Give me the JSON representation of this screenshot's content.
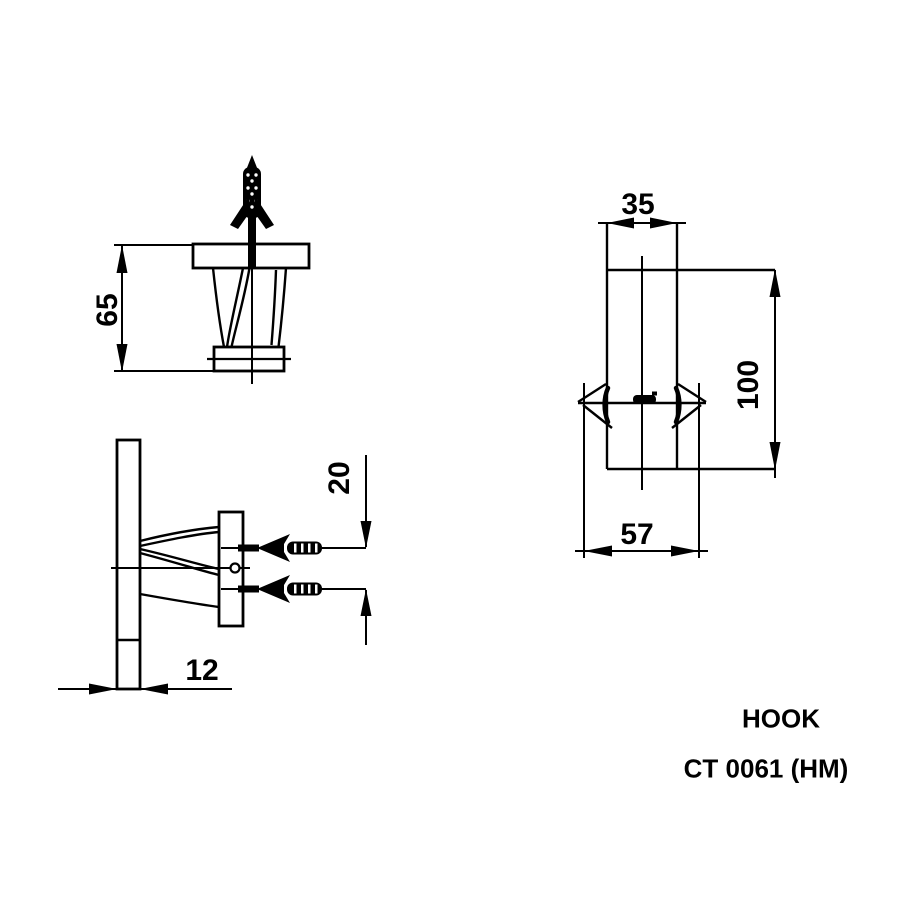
{
  "drawing": {
    "product_name": "HOOK",
    "product_code": "CT 0061 (HM)"
  },
  "dimensions": {
    "top_view_height": "65",
    "side_screw_spacing": "20",
    "side_plate_thickness": "12",
    "front_top_width": "35",
    "front_height": "100",
    "front_base_width": "57"
  },
  "colors": {
    "line": "#000000",
    "background": "#ffffff"
  }
}
